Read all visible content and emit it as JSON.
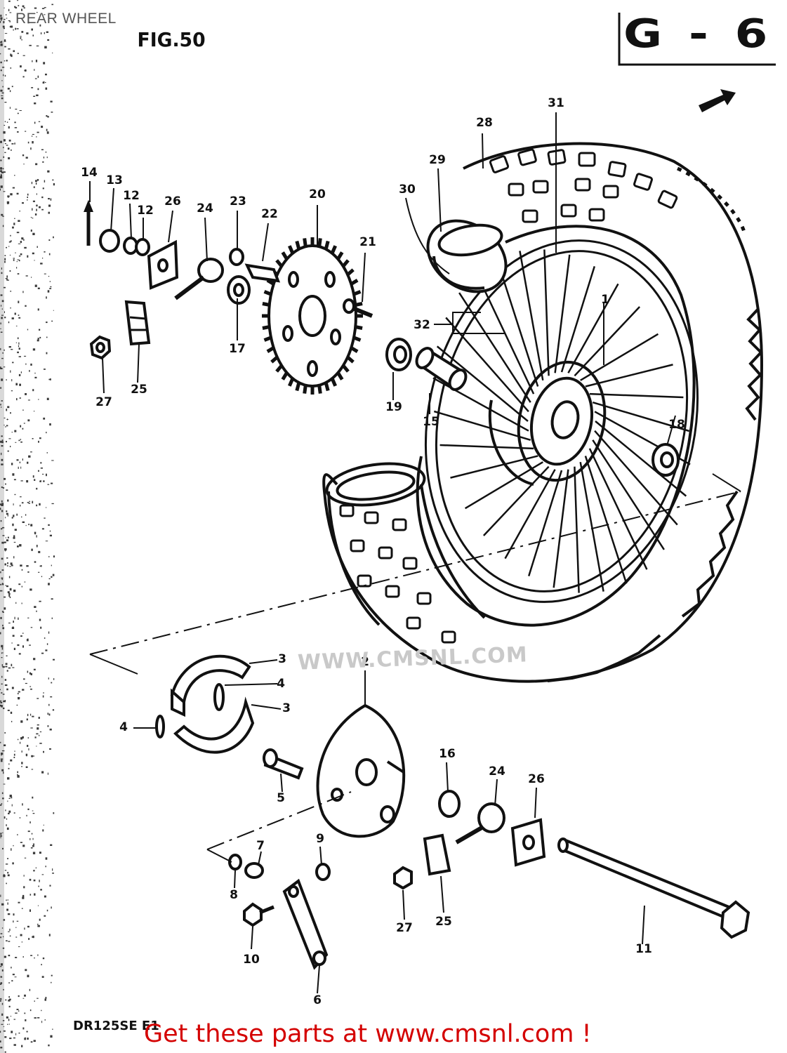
{
  "page": {
    "title": "REAR WHEEL",
    "figure": "FIG.50",
    "section_code": "G - 6",
    "model_code": "DR125SE E1",
    "promo": "Get these parts at www.cmsnl.com !",
    "watermark": "WWW.CMSNL.COM"
  },
  "parts": [
    {
      "id": "p1",
      "label": "1"
    },
    {
      "id": "p2",
      "label": "2"
    },
    {
      "id": "p3a",
      "label": "3"
    },
    {
      "id": "p3b",
      "label": "3"
    },
    {
      "id": "p4a",
      "label": "4"
    },
    {
      "id": "p4b",
      "label": "4"
    },
    {
      "id": "p5",
      "label": "5"
    },
    {
      "id": "p6",
      "label": "6"
    },
    {
      "id": "p7",
      "label": "7"
    },
    {
      "id": "p8",
      "label": "8"
    },
    {
      "id": "p9",
      "label": "9"
    },
    {
      "id": "p10",
      "label": "10"
    },
    {
      "id": "p11",
      "label": "11"
    },
    {
      "id": "p12a",
      "label": "12"
    },
    {
      "id": "p12b",
      "label": "12"
    },
    {
      "id": "p13",
      "label": "13"
    },
    {
      "id": "p14",
      "label": "14"
    },
    {
      "id": "p15",
      "label": "15"
    },
    {
      "id": "p16",
      "label": "16"
    },
    {
      "id": "p17",
      "label": "17"
    },
    {
      "id": "p18",
      "label": "18"
    },
    {
      "id": "p19",
      "label": "19"
    },
    {
      "id": "p20",
      "label": "20"
    },
    {
      "id": "p21",
      "label": "21"
    },
    {
      "id": "p22",
      "label": "22"
    },
    {
      "id": "p23",
      "label": "23"
    },
    {
      "id": "p24a",
      "label": "24"
    },
    {
      "id": "p24b",
      "label": "24"
    },
    {
      "id": "p25a",
      "label": "25"
    },
    {
      "id": "p25b",
      "label": "25"
    },
    {
      "id": "p26a",
      "label": "26"
    },
    {
      "id": "p26b",
      "label": "26"
    },
    {
      "id": "p27a",
      "label": "27"
    },
    {
      "id": "p27b",
      "label": "27"
    },
    {
      "id": "p28",
      "label": "28"
    },
    {
      "id": "p29",
      "label": "29"
    },
    {
      "id": "p30",
      "label": "30"
    },
    {
      "id": "p31",
      "label": "31"
    },
    {
      "id": "p32",
      "label": "32"
    }
  ]
}
